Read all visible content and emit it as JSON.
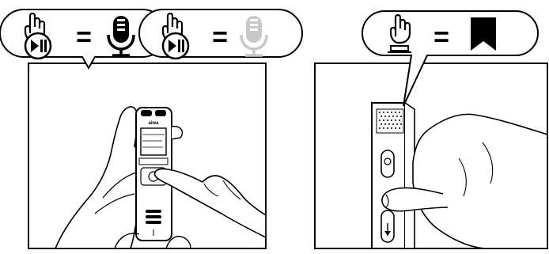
{
  "instruction_panels": [
    {
      "name": "record-pause",
      "callouts": [
        {
          "action": "press-play-pause",
          "result": "record",
          "result_state": "active",
          "result_icon": "microphone-icon"
        },
        {
          "action": "press-play-pause",
          "result": "record",
          "result_state": "inactive",
          "result_icon": "microphone-muted-icon"
        }
      ],
      "device_brand": "aiwa"
    },
    {
      "name": "bookmark",
      "callouts": [
        {
          "action": "press-side-button",
          "result": "bookmark",
          "result_icon": "bookmark-icon"
        }
      ]
    }
  ],
  "equals_sign": "=",
  "colors": {
    "ink": "#000000",
    "inactive": "#c8c8c8",
    "background": "#ffffff"
  }
}
